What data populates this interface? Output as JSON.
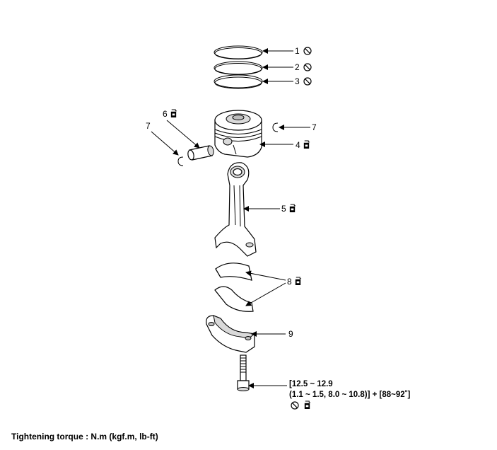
{
  "labels": {
    "ring_top": "1",
    "ring_second": "2",
    "ring_oil": "3",
    "piston": "4",
    "connecting_rod": "5",
    "piston_pin": "6",
    "snap_ring_left": "7",
    "snap_ring_right": "7",
    "bearings": "8",
    "rod_cap": "9"
  },
  "torque": {
    "line1": "[12.5 ~ 12.9",
    "line2": "(1.1 ~ 1.5, 8.0 ~ 10.8)] + [88~92˚]"
  },
  "footer": "Tightening torque : N.m (kgf.m, lb-ft)",
  "icons": {
    "do_not_reuse": "no-reuse-symbol",
    "apply_oil": "oil-can-symbol"
  }
}
